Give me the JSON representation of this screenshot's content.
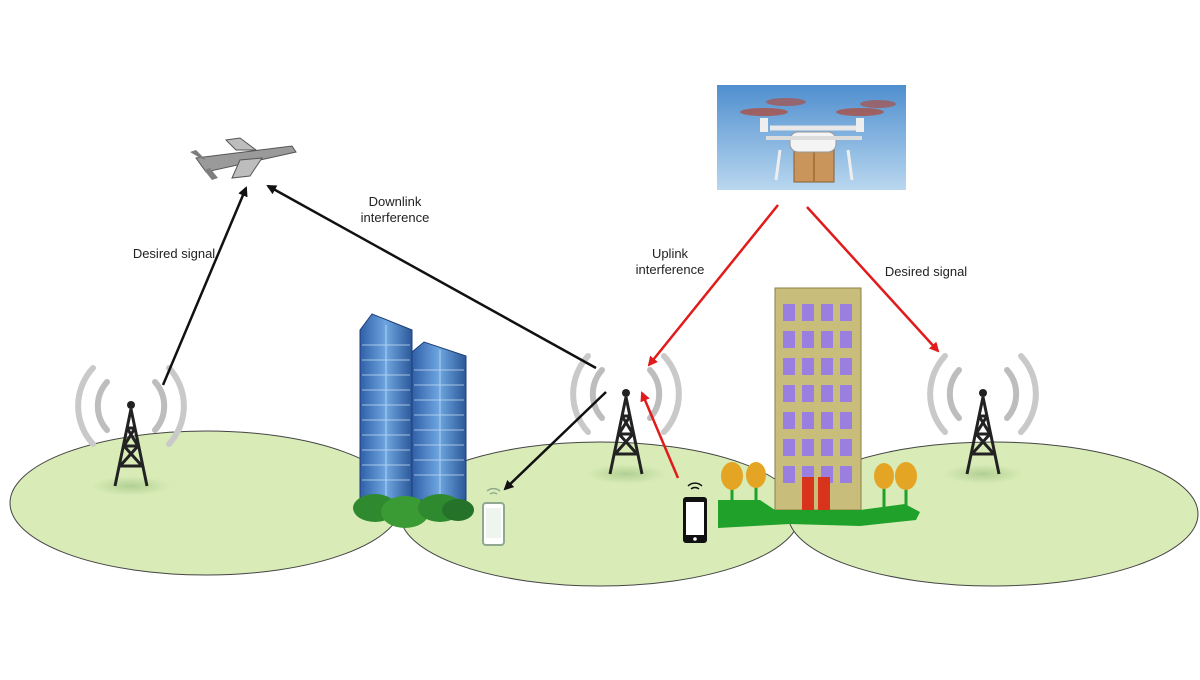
{
  "labels": {
    "desired_signal_left": "Desired signal",
    "downlink_interference_line1": "Downlink",
    "downlink_interference_line2": "interference",
    "uplink_interference_line1": "Uplink",
    "uplink_interference_line2": "interference",
    "desired_signal_right": "Desired signal"
  },
  "colors": {
    "cell_fill": "#d9ecb8",
    "cell_stroke": "#444444",
    "arrow_black": "#111111",
    "arrow_red": "#e11b1b",
    "building_blue": "#3f7fc6",
    "building_tan": "#c9bd7c",
    "window_purple": "#9a7fe0",
    "door_red": "#d8341c",
    "tree_orange": "#e4a524",
    "ground_green": "#1fa12a",
    "bush_green": "#2f8a2f",
    "sky_blue": "#6fa6d8"
  },
  "icons": [
    "fixed-wing-uav-icon",
    "delivery-drone-icon",
    "cell-tower-icon",
    "smartphone-icon",
    "skyscraper-icon",
    "apartment-building-icon",
    "tree-icon",
    "bush-icon"
  ]
}
